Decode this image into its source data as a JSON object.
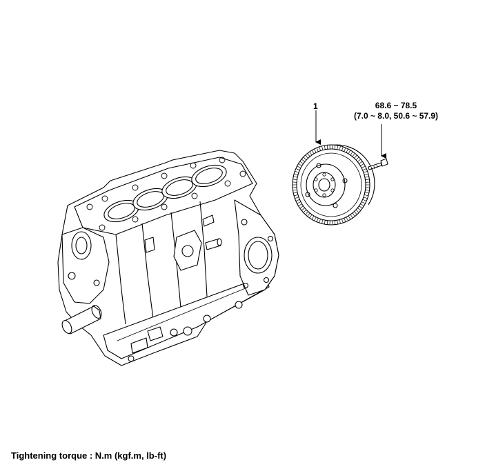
{
  "callouts": {
    "part_number": "1",
    "torque_value": "68.6 ~ 78.5",
    "torque_alt_units": "(7.0 ~ 8.0, 50.6 ~ 57.9)"
  },
  "footer": {
    "note": "Tightening torque : N.m (kgf.m, lb-ft)"
  },
  "colors": {
    "line": "#000000",
    "background": "#ffffff"
  }
}
